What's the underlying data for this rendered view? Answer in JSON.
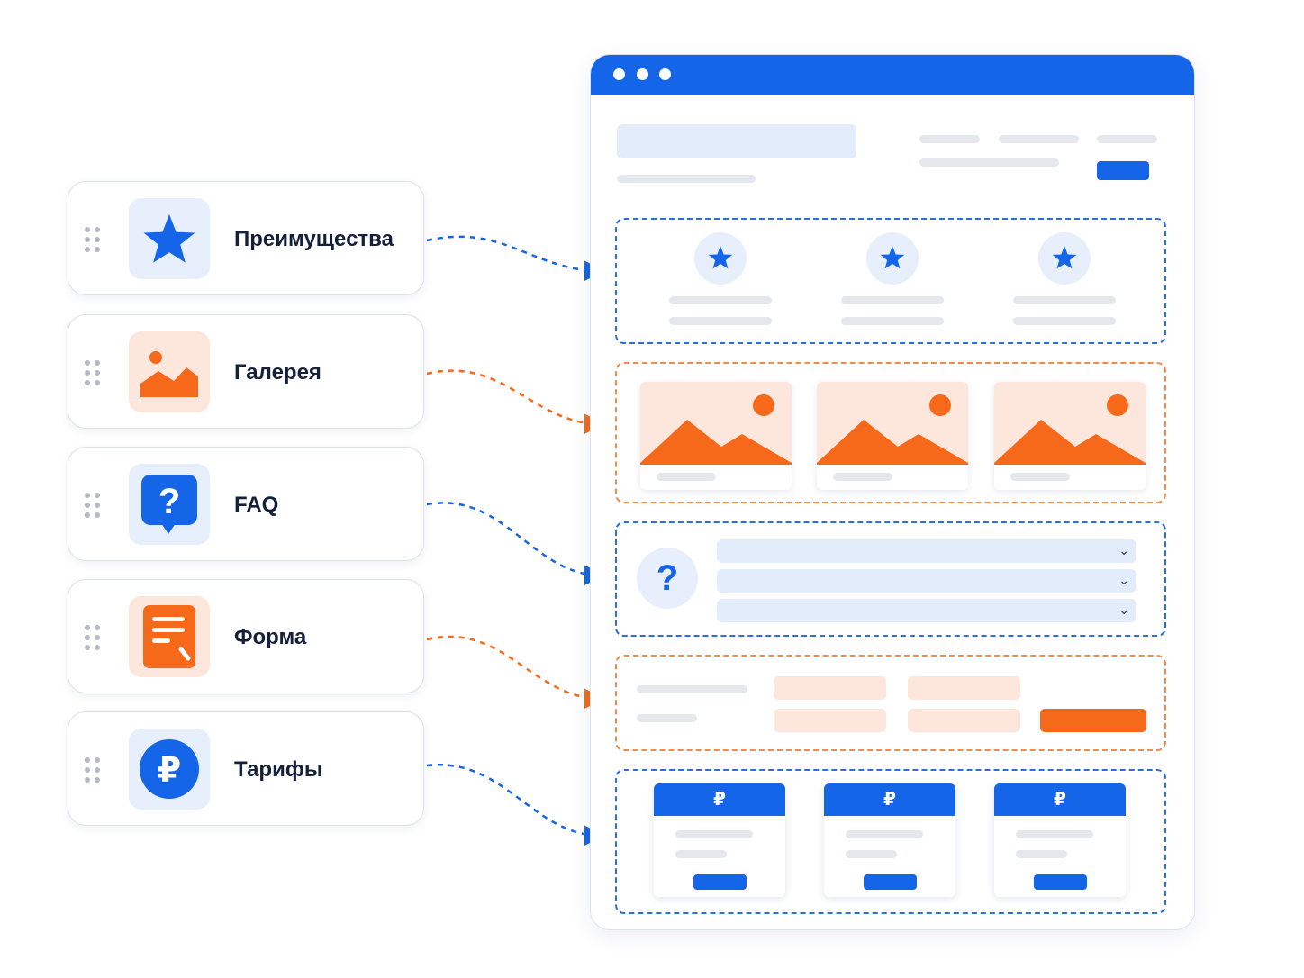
{
  "blocks": [
    {
      "label": "Преимущества",
      "icon": "star-icon",
      "color": "#1565e8"
    },
    {
      "label": "Галерея",
      "icon": "image-icon",
      "color": "#f6691a"
    },
    {
      "label": "FAQ",
      "icon": "question-bubble-icon",
      "color": "#1565e8"
    },
    {
      "label": "Форма",
      "icon": "form-document-icon",
      "color": "#f6691a"
    },
    {
      "label": "Тарифы",
      "icon": "ruble-icon",
      "color": "#1565e8"
    }
  ],
  "page_preview": {
    "faq_symbol": "?",
    "currency_symbol": "₽"
  },
  "colors": {
    "blue": "#1565e8",
    "orange": "#f6691a",
    "light_blue": "#e3ecfb",
    "peach": "#fde7dd"
  }
}
